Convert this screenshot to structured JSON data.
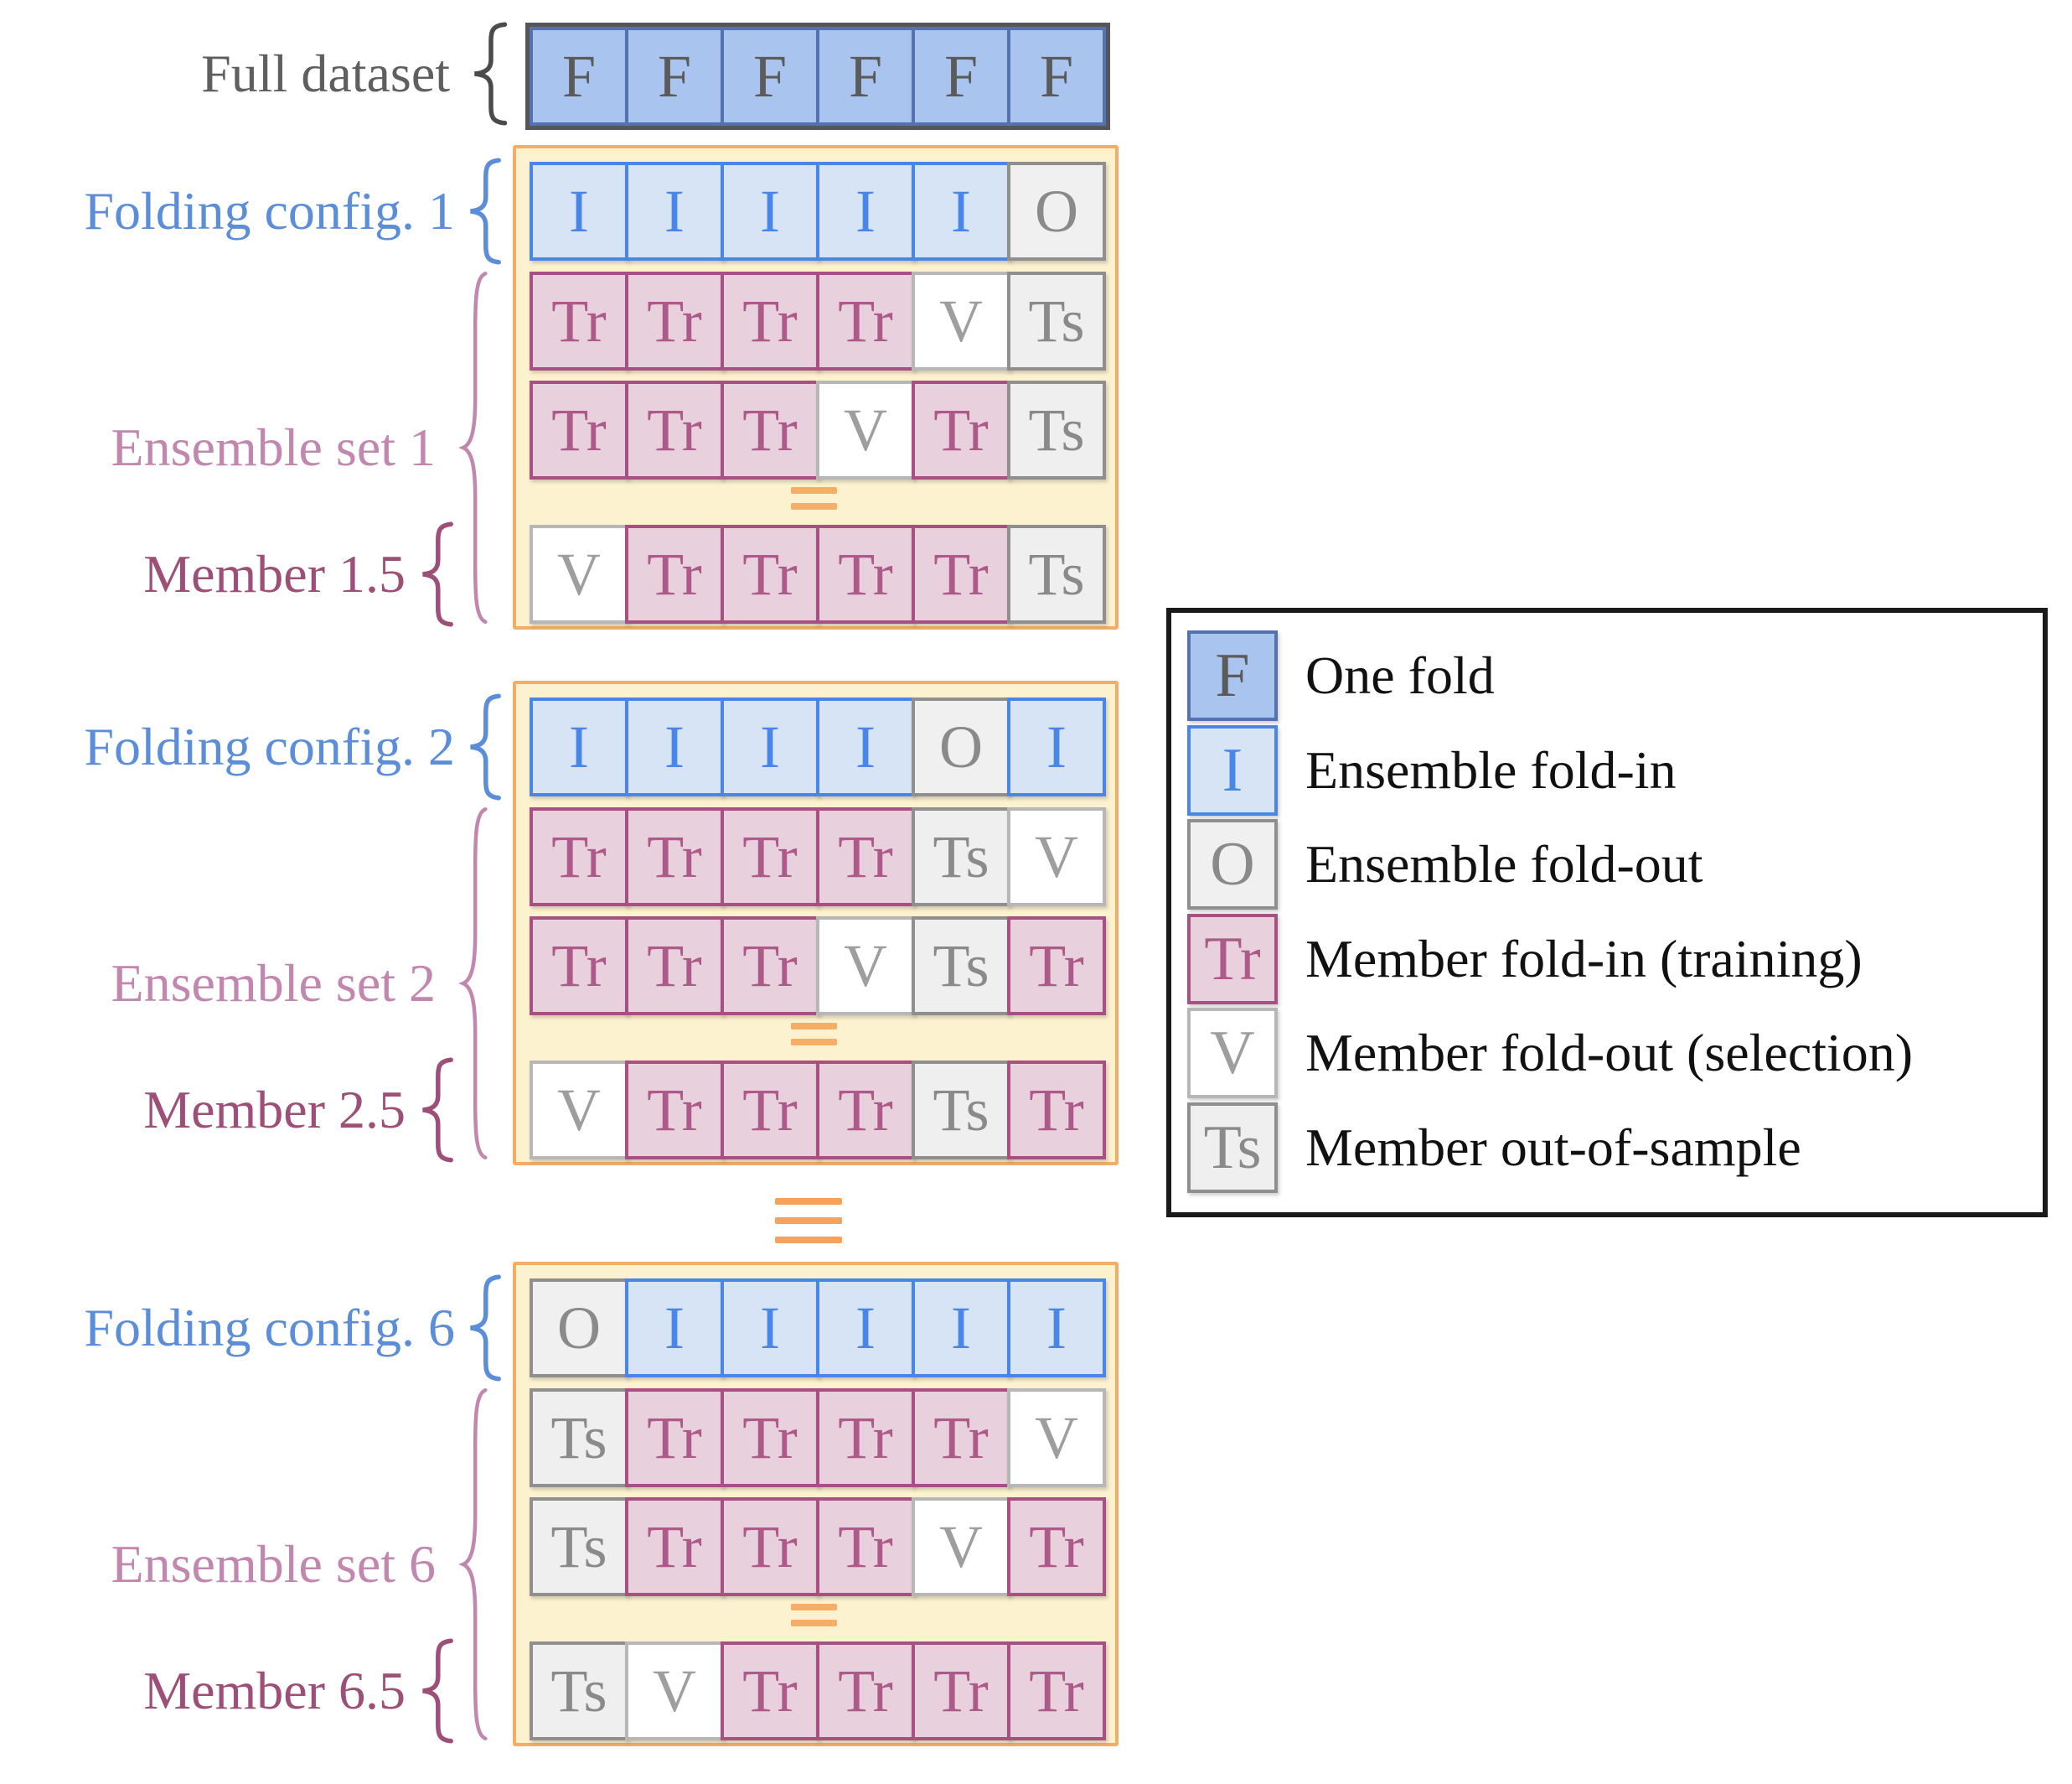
{
  "diagram": {
    "full_dataset": {
      "label": "Full dataset",
      "cells": [
        "F",
        "F",
        "F",
        "F",
        "F",
        "F"
      ]
    },
    "blocks": [
      {
        "folding_label": "Folding config. 1",
        "folding_cells": [
          "I",
          "I",
          "I",
          "I",
          "I",
          "O"
        ],
        "ensemble_label": "Ensemble set 1",
        "ensemble_rows": [
          [
            "Tr",
            "Tr",
            "Tr",
            "Tr",
            "V",
            "Ts"
          ],
          [
            "Tr",
            "Tr",
            "Tr",
            "V",
            "Tr",
            "Ts"
          ]
        ],
        "member_label": "Member 1.5",
        "member_cells": [
          "V",
          "Tr",
          "Tr",
          "Tr",
          "Tr",
          "Ts"
        ]
      },
      {
        "folding_label": "Folding config. 2",
        "folding_cells": [
          "I",
          "I",
          "I",
          "I",
          "O",
          "I"
        ],
        "ensemble_label": "Ensemble set 2",
        "ensemble_rows": [
          [
            "Tr",
            "Tr",
            "Tr",
            "Tr",
            "Ts",
            "V"
          ],
          [
            "Tr",
            "Tr",
            "Tr",
            "V",
            "Ts",
            "Tr"
          ]
        ],
        "member_label": "Member 2.5",
        "member_cells": [
          "V",
          "Tr",
          "Tr",
          "Tr",
          "Ts",
          "Tr"
        ]
      },
      {
        "folding_label": "Folding config. 6",
        "folding_cells": [
          "O",
          "I",
          "I",
          "I",
          "I",
          "I"
        ],
        "ensemble_label": "Ensemble set 6",
        "ensemble_rows": [
          [
            "Ts",
            "Tr",
            "Tr",
            "Tr",
            "Tr",
            "V"
          ],
          [
            "Ts",
            "Tr",
            "Tr",
            "Tr",
            "V",
            "Tr"
          ]
        ],
        "member_label": "Member 6.5",
        "member_cells": [
          "Ts",
          "V",
          "Tr",
          "Tr",
          "Tr",
          "Tr"
        ]
      }
    ],
    "legend": {
      "items": [
        {
          "key": "F",
          "label": "One fold"
        },
        {
          "key": "I",
          "label": "Ensemble fold-in"
        },
        {
          "key": "O",
          "label": "Ensemble fold-out"
        },
        {
          "key": "Tr",
          "label": "Member fold-in (training)"
        },
        {
          "key": "V",
          "label": "Member fold-out (selection)"
        },
        {
          "key": "Ts",
          "label": "Member out-of-sample"
        }
      ]
    },
    "cell_styles": {
      "F": {
        "fill": "#a9c4ef",
        "border": "#5572b0",
        "text": "#5b5b5b"
      },
      "I": {
        "fill": "#d7e4f5",
        "border": "#4a86e8",
        "text": "#4a86e8"
      },
      "O": {
        "fill": "#f0f0f0",
        "border": "#8f8f8f",
        "text": "#8a8a8a"
      },
      "Tr": {
        "fill": "#e8d0dc",
        "border": "#a85083",
        "text": "#ad5a8a"
      },
      "V": {
        "fill": "#ffffff",
        "border": "#b7b7b7",
        "text": "#9e9e9e"
      },
      "Ts": {
        "fill": "#efefef",
        "border": "#8f8f8f",
        "text": "#8a8a8a"
      }
    },
    "colors": {
      "container_fill": "#fdf2cf",
      "container_border": "#f5ad66",
      "equals": "#f6ad68",
      "triple_equals": "#f4a25e",
      "full_label": "#5f5f5f",
      "folding_label": "#5b8dd9",
      "ensemble_label": "#c287ae",
      "member_label": "#9d4f77",
      "legend_border": "#1a1a1a",
      "legend_text": "#111111"
    }
  }
}
